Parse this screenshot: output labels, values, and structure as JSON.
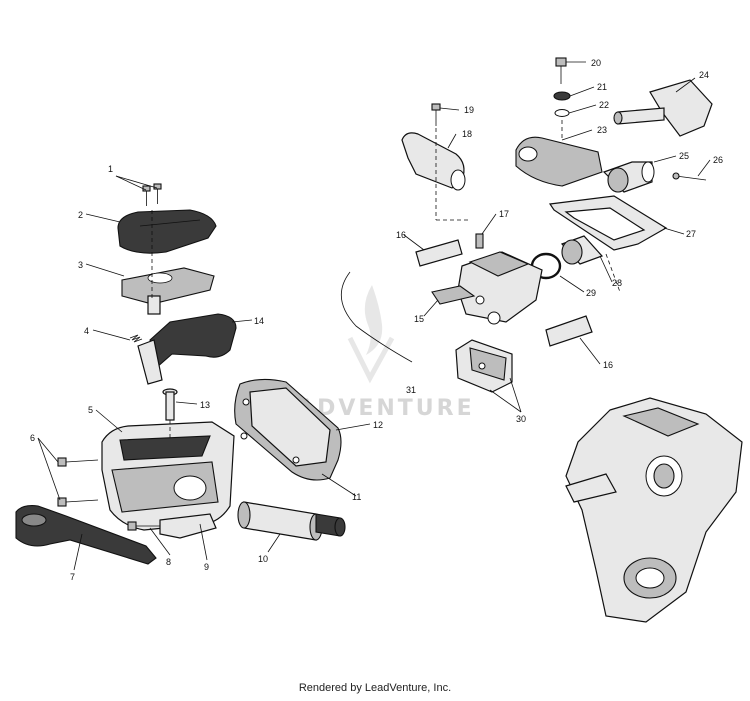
{
  "watermark": {
    "text": "LEADVENTURE"
  },
  "footer": {
    "credit": "Rendered by LeadVenture, Inc."
  },
  "callouts": [
    "1",
    "2",
    "3",
    "4",
    "5",
    "6",
    "7",
    "8",
    "9",
    "10",
    "11",
    "12",
    "13",
    "14",
    "15",
    "16",
    "16",
    "17",
    "18",
    "19",
    "20",
    "21",
    "22",
    "23",
    "24",
    "25",
    "26",
    "27",
    "28",
    "29",
    "30",
    "31"
  ]
}
